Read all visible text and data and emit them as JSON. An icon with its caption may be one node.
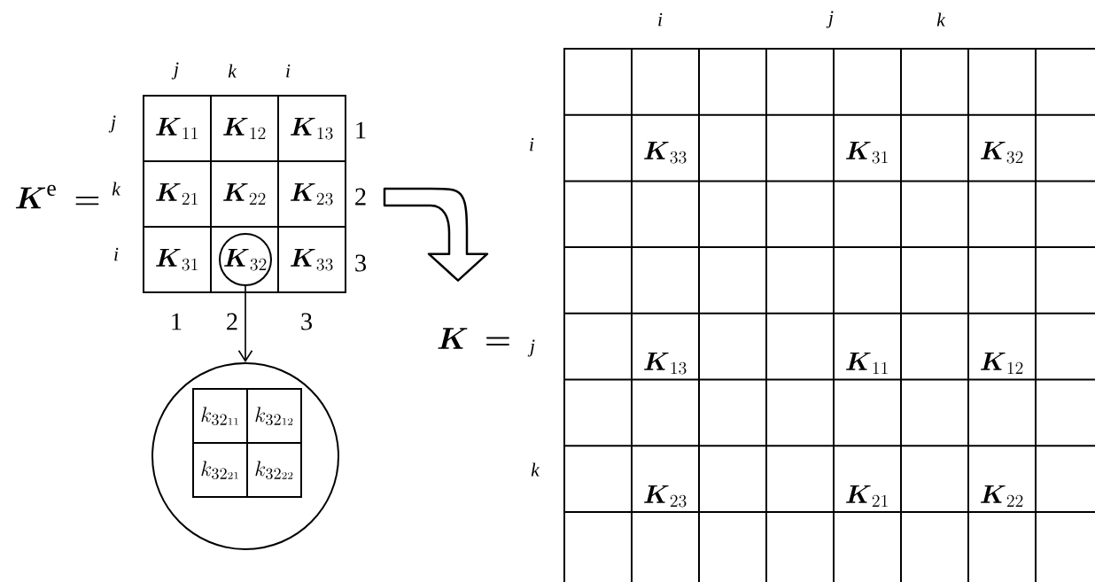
{
  "diagram": {
    "nodes": [
      {
        "text": [
          "\\boldsymbol{K}_{11}",
          "\\boldsymbol{K}_{12}",
          "\\boldsymbol{K}_{13}",
          "\\boldsymbol{K}_{21}",
          "\\boldsymbol{K}_{22}",
          "\\boldsymbol{K}_{23}",
          "\\boldsymbol{K}_{31}",
          "\\boldsymbol{K}_{33}"
        ]
      },
      {
        "text": [
          "\\boldsymbol{K}_{32}"
        ],
        "in": 0
      },
      {
        "text": [],
        "shape": "circle"
      },
      {
        "text": [
          "k_{32\\scriptscriptstyle 11}",
          "k_{32\\scriptscriptstyle 12}",
          "k_{32\\scriptscriptstyle 21}",
          "k_{32\\scriptscriptstyle 22}"
        ],
        "in": 2
      },
      {
        "text": [
          "\\boldsymbol{K}\\ \\boldsymbol{=}"
        ]
      },
      {
        "text": [
          "\\boldsymbol{K}_{33}",
          "\\boldsymbol{K}_{31}",
          "\\boldsymbol{K}_{32}",
          "\\boldsymbol{K}_{13}",
          "\\boldsymbol{K}_{11}",
          "\\boldsymbol{K}_{12}",
          "\\boldsymbol{K}_{23}",
          "\\boldsymbol{K}_{21}",
          "\\boldsymbol{K}_{22}"
        ]
      }
    ],
    "edges": [
      {
        "from": 1,
        "to": 2,
        "arrow": "to"
      },
      {
        "from": 0,
        "to": 4,
        "arrow": "to",
        "style": "thick"
      }
    ],
    "labels": [
      "\\boldsymbol{K}^{\\mathrm{e}}\\ \\boldsymbol{=}",
      "j",
      "k",
      "i",
      "j",
      "k",
      "i",
      "1",
      "2",
      "3",
      "1",
      "2",
      "3",
      "i",
      "j",
      "k",
      "i",
      "j",
      "k"
    ]
  }
}
